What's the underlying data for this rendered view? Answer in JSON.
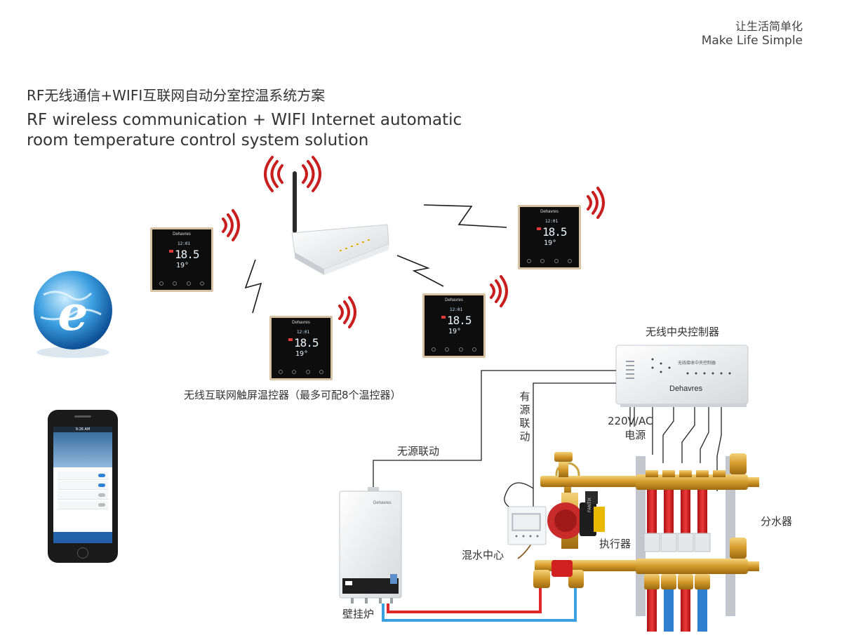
{
  "tagline_zh": "让生活简单化",
  "tagline_en": "Make Life Simple",
  "title_zh": "RF无线通信+WIFI互联网自动分室控温系统方案",
  "title_en": "RF wireless communication + WIFI Internet automatic room temperature control system solution",
  "thermostat": {
    "brand": "Dehavres",
    "main_temp": "18.5",
    "set_temp": "19°",
    "top_readout": "12:01"
  },
  "labels": {
    "thermostat_caption": "无线互联网触屏温控器（最多可配8个温控器）",
    "controller": "无线中央控制器",
    "controller_brand": "Dehavres",
    "controller_panel": "无线接收中央控制器",
    "active_link": "有源联动",
    "power": "220V/AC\n电源",
    "power_line1": "220V/AC",
    "power_line2": "电源",
    "passive_link": "无源联动",
    "manifold": "分水器",
    "actuator": "执行器",
    "mixing_center": "混水中心",
    "boiler": "壁挂炉",
    "boiler_brand": "Dehavres",
    "pump_brand": "FANTIX"
  },
  "phone": {
    "status_time": "9:26 AM"
  },
  "colors": {
    "signal_red": "#c81e1e",
    "pipe_red": "#e02828",
    "pipe_blue": "#3aa0e0",
    "brass": "#d9a93a",
    "wire": "#222222"
  }
}
